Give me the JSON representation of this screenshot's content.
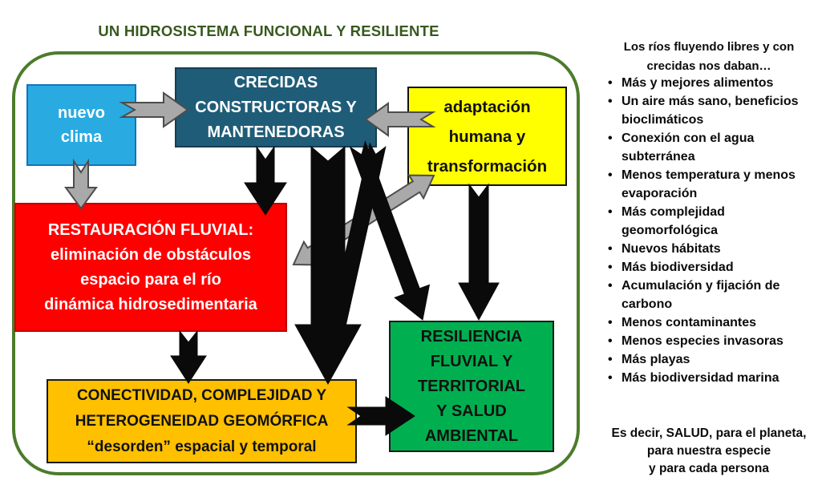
{
  "title": "UN HIDROSISTEMA FUNCIONAL Y RESILIENTE",
  "diagram": {
    "boxes": {
      "nuevo_clima": {
        "text": "nuevo\nclima",
        "fill": "#29abe2"
      },
      "crecidas": {
        "text": "CRECIDAS\nCONSTRUCTORAS Y\nMANTENEDORAS",
        "fill": "#1f5c78"
      },
      "adaptacion": {
        "text": "adaptación\nhumana y\ntransformación",
        "fill": "#ffff00"
      },
      "restauracion": {
        "text": "RESTAURACIÓN FLUVIAL:\neliminación de obstáculos\nespacio para el río\ndinámica hidrosedimentaria",
        "fill": "#fe0000"
      },
      "conectividad": {
        "text": "CONECTIVIDAD, COMPLEJIDAD Y\nHETEROGENEIDAD GEOMÓRFICA\n“desorden” espacial y temporal",
        "fill": "#ffc000"
      },
      "resiliencia": {
        "text": "RESILIENCIA\nFLUVIAL Y\nTERRITORIAL\nY SALUD\nAMBIENTAL",
        "fill": "#00b050"
      }
    },
    "edges": [
      {
        "id": "nuevo-clima-to-crecidas",
        "color": "gray"
      },
      {
        "id": "nuevo-clima-to-restauracion",
        "color": "gray"
      },
      {
        "id": "adaptacion-to-crecidas",
        "color": "gray"
      },
      {
        "id": "restauracion-adaptacion-double",
        "color": "gray",
        "double": true
      },
      {
        "id": "crecidas-to-restauracion",
        "color": "black"
      },
      {
        "id": "crecidas-to-conectividad",
        "color": "black"
      },
      {
        "id": "crecidas-to-resiliencia",
        "color": "black"
      },
      {
        "id": "crecidas-to-conectividad-2",
        "color": "black"
      },
      {
        "id": "adaptacion-to-resiliencia",
        "color": "black"
      },
      {
        "id": "restauracion-to-conectividad",
        "color": "black"
      },
      {
        "id": "conectividad-to-resiliencia",
        "color": "black"
      }
    ]
  },
  "side_panel": {
    "heading": "Los ríos fluyendo libres y con\ncrecidas nos daban…",
    "bullet_char": "•",
    "bullets": [
      "Más y mejores alimentos",
      "Un aire más sano, beneficios\nbioclimáticos",
      "Conexión con el agua\nsubterránea",
      "Menos temperatura y menos\nevaporación",
      "Más complejidad\ngeomorfológica",
      "Nuevos hábitats",
      "Más biodiversidad",
      "Acumulación y fijación de\ncarbono",
      "Menos contaminantes",
      "Menos especies invasoras",
      "Más playas",
      "Más biodiversidad marina"
    ],
    "footer": "Es decir, SALUD, para el planeta,\npara nuestra especie\ny para cada persona"
  },
  "colors": {
    "title_green": "#37591d",
    "container_border": "#4c7c2b",
    "arrow_gray": "#a9a9a9",
    "arrow_gray_outline": "#4d4d4d",
    "arrow_black": "#0a0a0a"
  }
}
